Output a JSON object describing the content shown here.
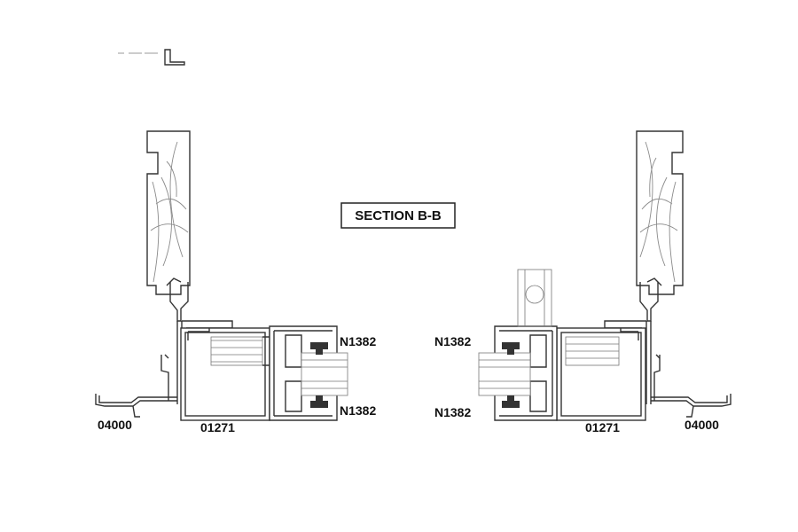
{
  "section_title": "SECTION B-B",
  "left_assembly": {
    "sill_code": "04000",
    "frame_code": "01271",
    "gasket_top_code": "N1382",
    "gasket_bottom_code": "N1382"
  },
  "right_assembly": {
    "sill_code": "04000",
    "frame_code": "01271",
    "gasket_top_code": "N1382",
    "gasket_bottom_code": "N1382"
  }
}
